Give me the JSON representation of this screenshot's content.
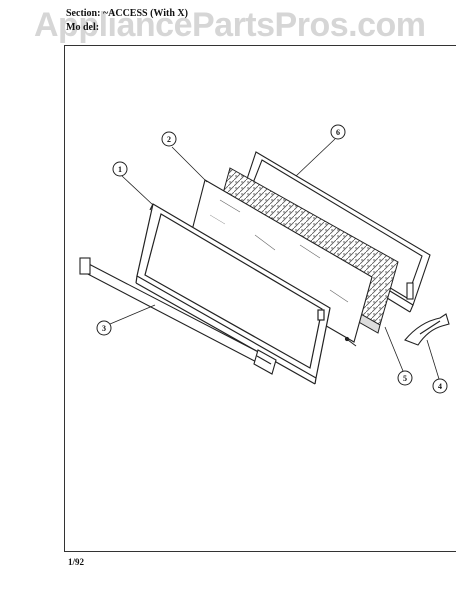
{
  "header": {
    "section_label": "Section: ~ACCESS (With X)",
    "model_label": "Mo del:"
  },
  "watermark": "AppliancePartsPros.com",
  "footer": {
    "date": "1/92"
  },
  "callouts": [
    "1",
    "2",
    "3",
    "4",
    "5",
    "6"
  ]
}
